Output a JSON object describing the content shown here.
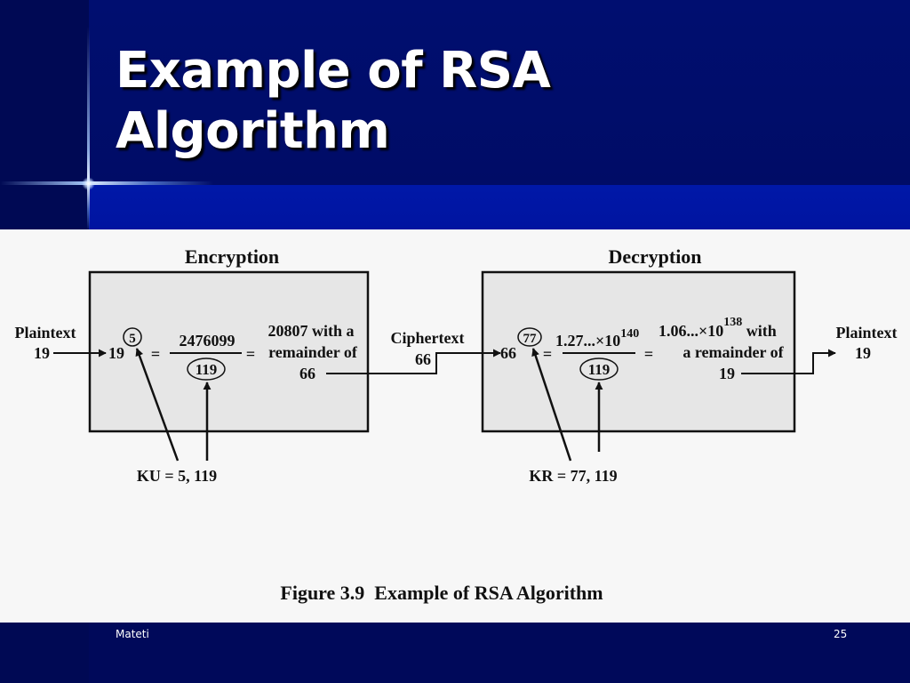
{
  "slide": {
    "title_line1": "Example of RSA",
    "title_line2": "Algorithm",
    "footer_author": "Mateti",
    "footer_page": "25"
  },
  "figure": {
    "caption": "Figure 3.9  Example of RSA Algorithm",
    "encryption": {
      "heading": "Encryption",
      "input_label": "Plaintext",
      "input_value": "19",
      "base": "19",
      "exponent": "5",
      "power_value": "2476099",
      "modulus": "119",
      "equals": "=",
      "quotient_line1": "20807 with a",
      "quotient_line2": "remainder of",
      "quotient_line3": "66",
      "key_label": "KU = 5, 119"
    },
    "transfer": {
      "label": "Ciphertext",
      "value": "66"
    },
    "decryption": {
      "heading": "Decryption",
      "base": "66",
      "exponent": "77",
      "power_mantissa": "1.27...×10",
      "power_exp": "140",
      "modulus": "119",
      "equals": "=",
      "quotient_mantissa": "1.06...×10",
      "quotient_exp": "138",
      "quotient_with": " with",
      "quotient_line2": "a remainder of",
      "quotient_line3": "19",
      "key_label": "KR = 77, 119",
      "output_label": "Plaintext",
      "output_value": "19"
    },
    "colors": {
      "box_fill": "#e6e6e6",
      "ink": "#111111",
      "panel": "#f7f7f7"
    }
  }
}
